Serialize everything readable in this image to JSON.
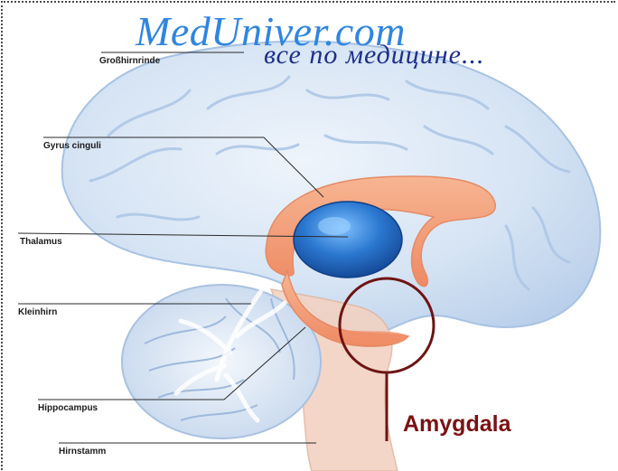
{
  "watermark": {
    "site": "MedUniver.com",
    "tagline": "все по медицине..."
  },
  "labels": {
    "grosshirnrinde": "Großhirnrinde",
    "gyrus_cinguli": "Gyrus cinguli",
    "thalamus": "Thalamus",
    "kleinhirn": "Kleinhirn",
    "hippocampus": "Hippocampus",
    "hirnstamm": "Hirnstamm",
    "amygdala": "Amygdala"
  },
  "colors": {
    "brain_fill": "#cfdff2",
    "brain_outline": "#9ab8de",
    "limbic_orange": "#f4a07a",
    "thalamus_blue": "#2b78d0",
    "amygdala_ring": "#6e1414",
    "watermark_blue": "#2f86e0",
    "tagline_blue": "#1d2f8a"
  }
}
